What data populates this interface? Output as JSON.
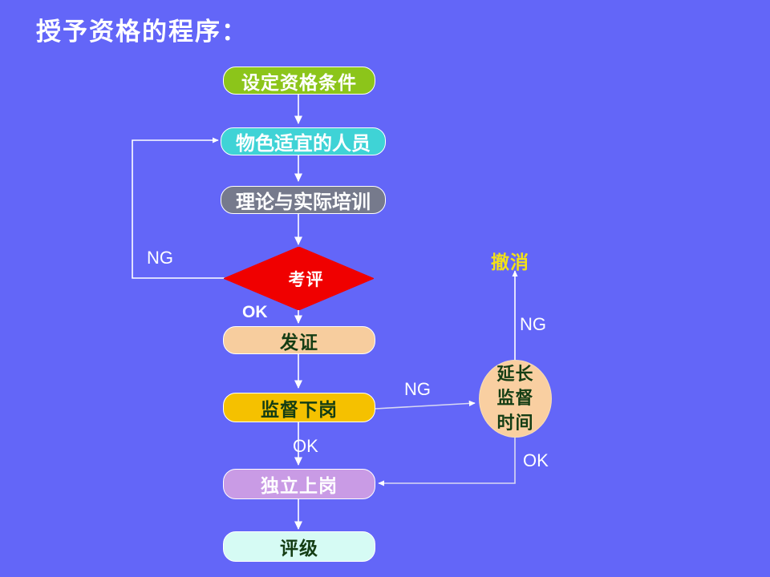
{
  "slide": {
    "background_color": "#6366F8",
    "title": "授予资格的程序："
  },
  "nodes": {
    "set_criteria": {
      "label": "设定资格条件",
      "fill": "#8CC51A",
      "text_color": "#FFFFFF"
    },
    "find_people": {
      "label": "物色适宜的人员",
      "fill": "#3FD3D6",
      "text_color": "#FFFFFF"
    },
    "training": {
      "label": "理论与实际培训",
      "fill": "#767A8C",
      "text_color": "#FFFFFF"
    },
    "assessment": {
      "label": "考评",
      "fill": "#F00000",
      "text_color": "#FFFFFF"
    },
    "issue_cert": {
      "label": "发证",
      "fill": "#F7CD9E",
      "text_color": "#143D14"
    },
    "supervised": {
      "label": "监督下岗",
      "fill": "#F5C100",
      "text_color": "#143D14"
    },
    "extend_period": {
      "label_line1": "延长",
      "label_line2": "监督",
      "label_line3": "时间",
      "fill": "#F9CFA1",
      "text_color": "#143D14"
    },
    "independent": {
      "label": "独立上岗",
      "fill": "#C99BE5",
      "text_color": "#FFFFFF"
    },
    "grading": {
      "label": "评级",
      "fill": "#D6FBF4",
      "text_color": "#143D14"
    }
  },
  "edge_labels": {
    "assessment_ng": {
      "text": "NG",
      "color": "#FFFFFF"
    },
    "assessment_ok": {
      "text": "OK",
      "color": "#FFFFFF"
    },
    "supervised_ng": {
      "text": "NG",
      "color": "#FFFFFF"
    },
    "supervised_ok": {
      "text": "OK",
      "color": "#FFFFFF"
    },
    "extend_ng": {
      "text": "NG",
      "color": "#FFFFFF"
    },
    "extend_ok": {
      "text": "OK",
      "color": "#FFFFFF"
    },
    "cancel": {
      "text": "撤消",
      "color": "#F2E01A"
    }
  }
}
